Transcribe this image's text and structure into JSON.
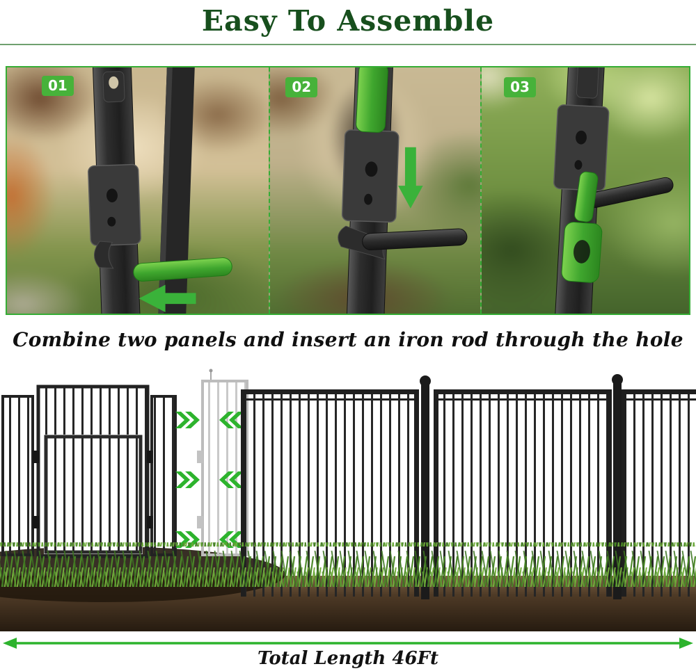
{
  "header": {
    "title": "Easy To Assemble"
  },
  "photo_strip": {
    "steps": [
      {
        "label": "01"
      },
      {
        "label": "02"
      },
      {
        "label": "03"
      }
    ]
  },
  "caption": "Combine two panels and insert an iron rod through the hole",
  "footer": {
    "total_length_label": "Total Length 46Ft"
  },
  "colors": {
    "accent_green": "#2db32d",
    "badge_green": "#47b23a",
    "title_green": "#174f1d",
    "text_dark": "#121212",
    "metal_dark": "#262626",
    "soil_brown": "#4e3a26"
  }
}
